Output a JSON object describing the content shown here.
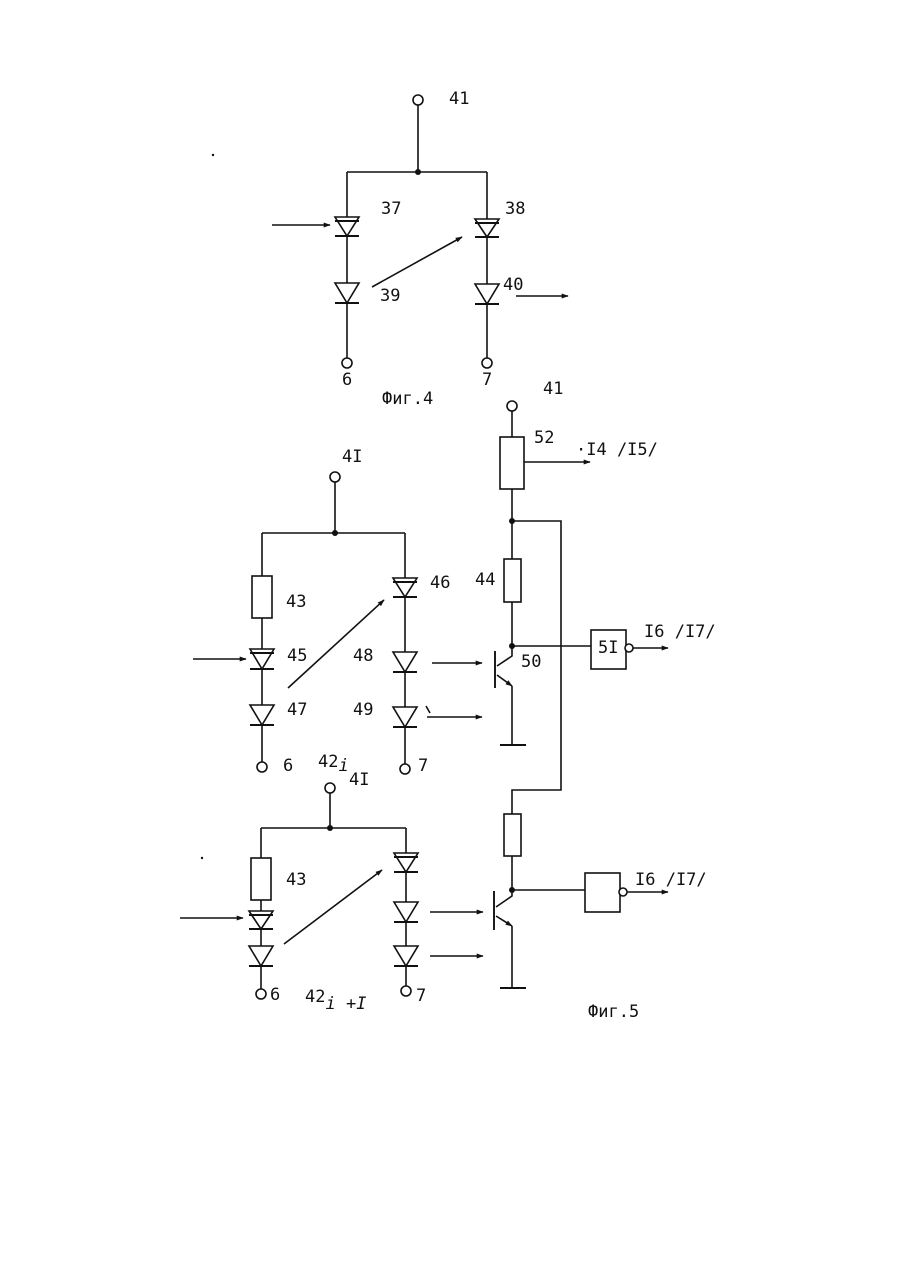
{
  "fig4": {
    "caption": "Фиг.4",
    "labels": {
      "n41": "41",
      "n37": "37",
      "n38": "38",
      "n39": "39",
      "n40": "40",
      "n6": "6",
      "n7": "7"
    }
  },
  "fig5": {
    "caption": "Фиг.5",
    "labels": {
      "n41_right": "41",
      "n52": "52",
      "out_52": "·I4 /I5/",
      "n41_upper": "4I",
      "n43": "43",
      "n44": "44",
      "n45": "45",
      "n46": "46",
      "n47": "47",
      "n48": "48",
      "n49": "49",
      "n50": "50",
      "n51": "5I",
      "out_51": "I6 /I7/",
      "n6": "6",
      "n7": "7",
      "n42i_base": "42",
      "n42i_sub": "i",
      "n41_lower": "4I",
      "n43_lower": "43",
      "n6_lower": "6",
      "n7_lower": "7",
      "n42i1_base": "42",
      "n42i1_sub": "i +I",
      "out_lower": "I6 /I7/"
    }
  }
}
